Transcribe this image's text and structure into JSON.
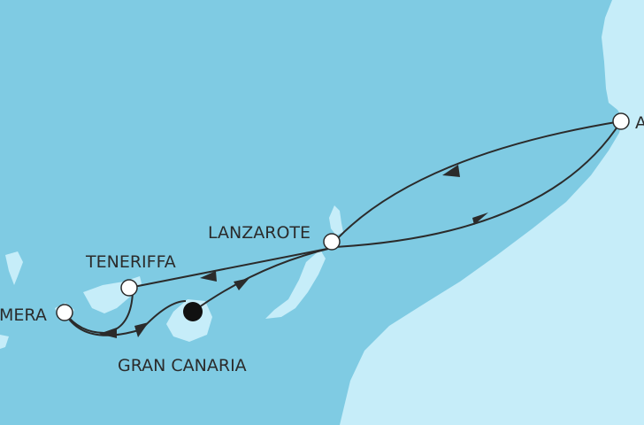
{
  "map": {
    "colors": {
      "sea": "#7fcbe3",
      "land": "#c6edf9",
      "route": "#2b2b2b",
      "port": "#ffffff",
      "start_port": "#111111"
    },
    "ports": [
      {
        "id": "agadir",
        "label": "A",
        "type": "port"
      },
      {
        "id": "lanzarote",
        "label": "LANZAROTE",
        "type": "port"
      },
      {
        "id": "teneriffa",
        "label": "TENERIFFA",
        "type": "port"
      },
      {
        "id": "la-gomera",
        "label": "MERA",
        "type": "port"
      },
      {
        "id": "gran-canaria",
        "label": "GRAN CANARIA",
        "type": "start"
      }
    ]
  }
}
